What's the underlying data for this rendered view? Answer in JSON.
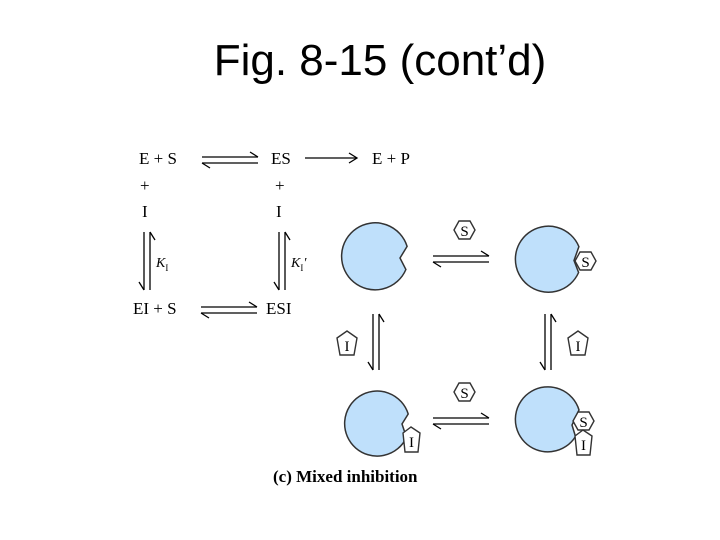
{
  "title": "Fig. 8-15 (cont’d)",
  "scheme": {
    "e_plus_s": "E + S",
    "es": "ES",
    "e_plus_p": "E + P",
    "plus": "+",
    "i": "I",
    "ei_plus_s": "EI + S",
    "esi": "ESI",
    "ki": "K",
    "ki_sub": "I",
    "ki_prime_sub": "I",
    "prime": "′"
  },
  "diagram": {
    "substrate_label": "S",
    "inhibitor_label": "I",
    "enzyme_color": "#bfe0fb",
    "outline_color": "#333333"
  },
  "caption": {
    "part": "(c)",
    "text": "Mixed inhibition"
  }
}
